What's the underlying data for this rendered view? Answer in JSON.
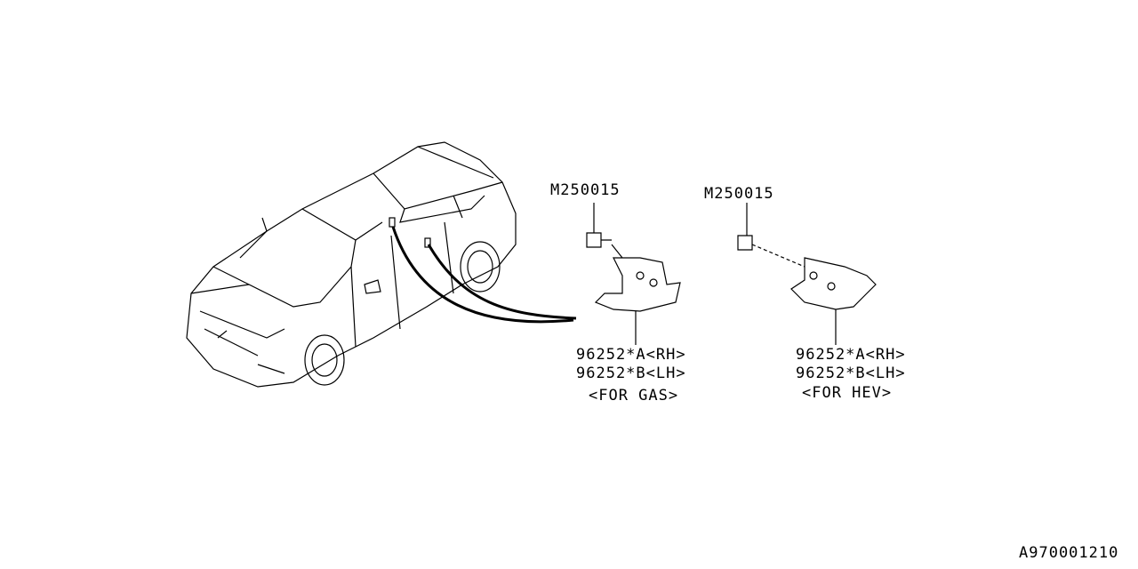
{
  "callouts": {
    "gas": {
      "bolt_part": "M250015",
      "part_rh": "96252*A<RH>",
      "part_lh": "96252*B<LH>",
      "variant": "<FOR GAS>"
    },
    "hev": {
      "bolt_part": "M250015",
      "part_rh": "96252*A<RH>",
      "part_lh": "96252*B<LH>",
      "variant": "<FOR HEV>"
    }
  },
  "diagram_id": "A970001210"
}
